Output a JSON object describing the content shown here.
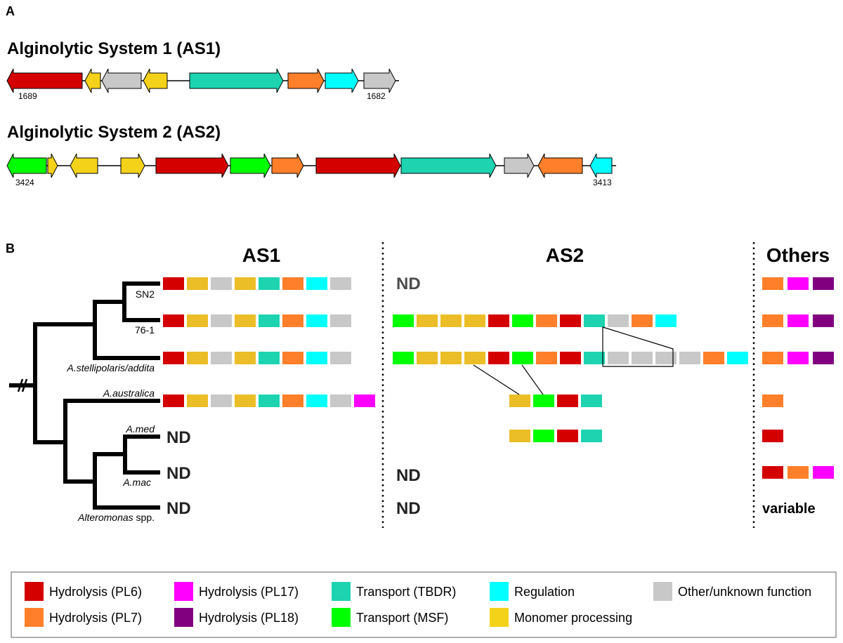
{
  "panel_a": {
    "letter": "A",
    "systems": [
      {
        "title": "Alginolytic System 1 (AS1)",
        "left_label": "1689",
        "right_label": "1682",
        "genes": [
          {
            "cat": "pl6",
            "dir": "left"
          },
          {
            "cat": "mono",
            "dir": "left"
          },
          {
            "cat": "other",
            "dir": "left"
          },
          {
            "cat": "mono",
            "dir": "left"
          },
          {
            "cat": "tbdr",
            "dir": "right"
          },
          {
            "cat": "pl7",
            "dir": "right"
          },
          {
            "cat": "reg",
            "dir": "right"
          },
          {
            "cat": "other",
            "dir": "right"
          }
        ]
      },
      {
        "title": "Alginolytic System 2 (AS2)",
        "left_label": "3424",
        "right_label": "3413",
        "genes": [
          {
            "cat": "msf",
            "dir": "left"
          },
          {
            "cat": "mono",
            "dir": "right"
          },
          {
            "cat": "mono",
            "dir": "left"
          },
          {
            "cat": "mono",
            "dir": "right"
          },
          {
            "cat": "pl6",
            "dir": "right"
          },
          {
            "cat": "msf",
            "dir": "right"
          },
          {
            "cat": "pl7",
            "dir": "right"
          },
          {
            "cat": "pl6",
            "dir": "right"
          },
          {
            "cat": "tbdr",
            "dir": "right"
          },
          {
            "cat": "other",
            "dir": "right"
          },
          {
            "cat": "pl7",
            "dir": "left"
          },
          {
            "cat": "reg",
            "dir": "left"
          }
        ]
      }
    ]
  },
  "panel_b": {
    "letter": "B",
    "columns": [
      "AS1",
      "AS2",
      "Others"
    ],
    "nd_label": "ND",
    "variable_label": "variable",
    "taxa": [
      {
        "name": "SN2",
        "italic": false,
        "as1": [
          "pl6",
          "mono",
          "other",
          "mono",
          "tbdr",
          "pl7",
          "reg",
          "other"
        ],
        "as2": null,
        "others": [
          "pl7",
          "pl17",
          "pl18"
        ]
      },
      {
        "name": "76-1",
        "italic": false,
        "as1": [
          "pl6",
          "mono",
          "other",
          "mono",
          "tbdr",
          "pl7",
          "reg",
          "other"
        ],
        "as2": [
          "msf",
          "mono",
          "mono",
          "mono",
          "pl6",
          "msf",
          "pl7",
          "pl6",
          "tbdr",
          "other",
          "pl7",
          "reg"
        ],
        "others": [
          "pl7",
          "pl17",
          "pl18"
        ]
      },
      {
        "name": "A.stellipolaris/addita",
        "italic": true,
        "as1": [
          "pl6",
          "mono",
          "other",
          "mono",
          "tbdr",
          "pl7",
          "reg",
          "other"
        ],
        "as2": [
          "msf",
          "mono",
          "mono",
          "mono",
          "pl6",
          "msf",
          "pl7",
          "pl6",
          "tbdr",
          "other",
          "other",
          "other",
          "other",
          "pl7",
          "reg"
        ],
        "others": [
          "pl7",
          "pl17",
          "pl18"
        ]
      },
      {
        "name": "A.australica",
        "italic": true,
        "as1": [
          "pl6",
          "mono",
          "other",
          "mono",
          "tbdr",
          "pl7",
          "reg",
          "other",
          "pl17"
        ],
        "as2": [
          "mono",
          "msf",
          "pl6",
          "tbdr"
        ],
        "others": [
          "pl7"
        ]
      },
      {
        "name": "A.med",
        "italic": true,
        "as1": null,
        "as2": [
          "mono",
          "msf",
          "pl6",
          "tbdr"
        ],
        "others": [
          "pl6"
        ]
      },
      {
        "name": "A.mac",
        "italic": true,
        "as1": null,
        "as2": null,
        "others": [
          "pl6",
          "pl7",
          "pl17"
        ]
      },
      {
        "name_italic": "Alteromonas",
        "name_rest": " spp.",
        "italic": true,
        "as1": null,
        "as2": null,
        "others": "variable"
      }
    ]
  },
  "legend": {
    "items": [
      {
        "cat": "pl6",
        "label": "Hydrolysis (PL6)"
      },
      {
        "cat": "pl17",
        "label": "Hydrolysis (PL17)"
      },
      {
        "cat": "tbdr",
        "label": "Transport (TBDR)"
      },
      {
        "cat": "reg",
        "label": "Regulation"
      },
      {
        "cat": "other",
        "label": "Other/unknown function"
      },
      {
        "cat": "pl7",
        "label": "Hydrolysis (PL7)"
      },
      {
        "cat": "pl18",
        "label": "Hydrolysis (PL18)"
      },
      {
        "cat": "msf",
        "label": "Transport (MSF)"
      },
      {
        "cat": "mono",
        "label": "Monomer processing"
      }
    ]
  },
  "colors": {
    "pl6": "#d40000",
    "pl7": "#ff7f2a",
    "pl17": "#ff00ff",
    "pl18": "#800080",
    "tbdr": "#1dd3b0",
    "msf": "#00ff00",
    "reg": "#00ffff",
    "mono": "#f5d21a",
    "mono_box": "#ebbd26",
    "other": "#c8c8c8",
    "nd_gray": "#4d4d4d"
  }
}
